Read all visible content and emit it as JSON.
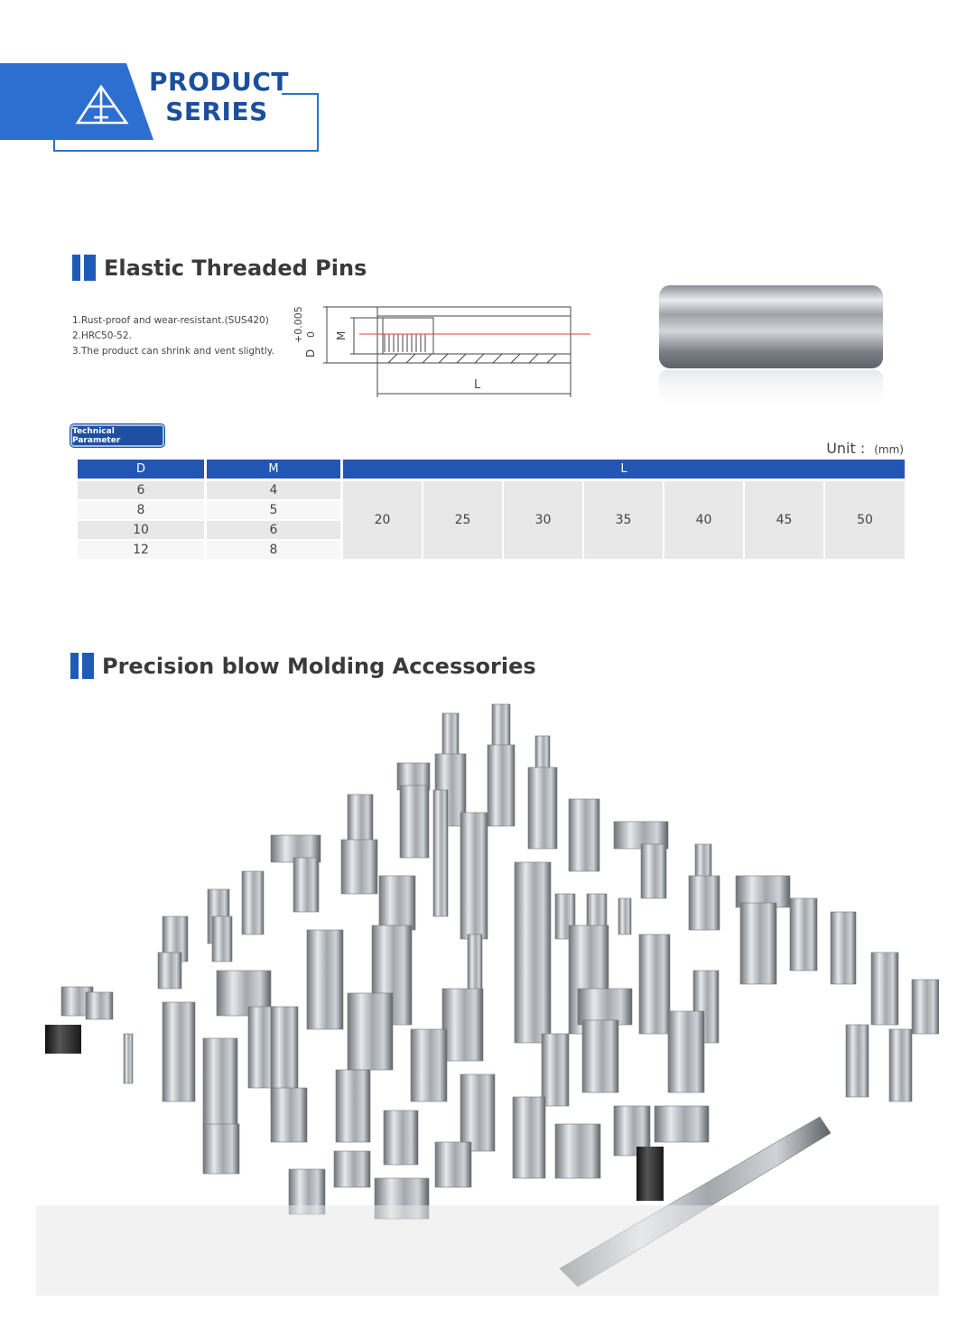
{
  "header": {
    "title_line1": "PRODUCT",
    "title_line2": "SERIES",
    "logo_icon": "triangle-a-logo"
  },
  "section1": {
    "title": "Elastic Threaded Pins",
    "features": [
      "1.Rust-proof and wear-resistant.(SUS420)",
      "2.HRC50-52.",
      "3.The product can shrink and vent slightly."
    ],
    "drawing_labels": {
      "tolerance": "+0.005\n0",
      "tol_top": "+0.005",
      "tol_bottom": "0",
      "d": "D",
      "m": "M",
      "l": "L"
    }
  },
  "table": {
    "badge": "Technical Parameter",
    "unit_label": "Unit :",
    "unit_value": "(mm)",
    "headers": [
      "D",
      "M",
      "L"
    ],
    "rows": [
      [
        "6",
        "4"
      ],
      [
        "8",
        "5"
      ],
      [
        "10",
        "6"
      ],
      [
        "12",
        "8"
      ]
    ],
    "l_values": [
      "20",
      "25",
      "30",
      "35",
      "40",
      "45",
      "50"
    ]
  },
  "section2": {
    "title": "Precision blow Molding Accessories"
  },
  "colors": {
    "brand_blue": "#1e5bb8",
    "header_blue": "#2356b4",
    "row_gray": "#e8e8e8"
  }
}
